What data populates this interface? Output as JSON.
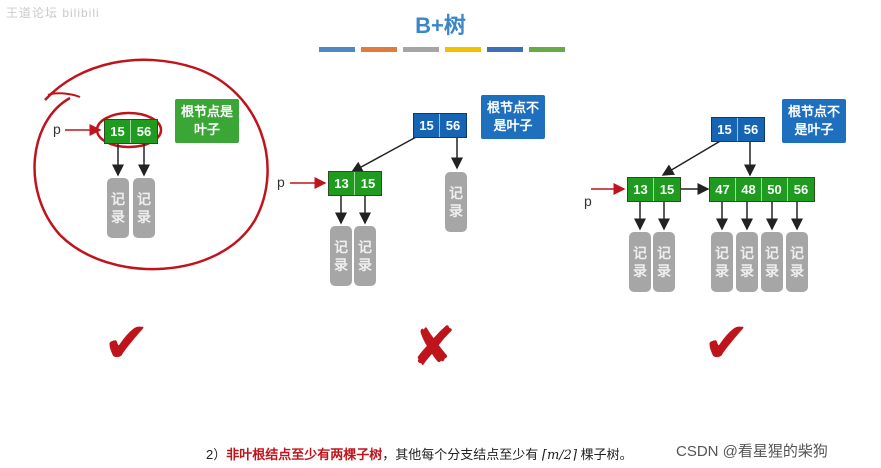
{
  "watermark": "王道论坛 bilibili",
  "title": "B+树",
  "color_bar": [
    "#4f87c4",
    "#e07b3c",
    "#a5a5a5",
    "#f2c100",
    "#3d6fb6",
    "#67ab47"
  ],
  "record_text": [
    "记",
    "录"
  ],
  "pointer_label": "p",
  "example1": {
    "node": [
      "15",
      "56"
    ],
    "callout": [
      "根节点是",
      "叶子"
    ],
    "verdict": "✔"
  },
  "example2": {
    "root": [
      "15",
      "56"
    ],
    "callout": [
      "根节点不",
      "是叶子"
    ],
    "left_leaf": [
      "13",
      "15"
    ],
    "verdict": "✘"
  },
  "example3": {
    "root": [
      "15",
      "56"
    ],
    "callout": [
      "根节点不",
      "是叶子"
    ],
    "left_leaf": [
      "13",
      "15"
    ],
    "right_leaf": [
      "47",
      "48",
      "50",
      "56"
    ],
    "verdict": "✔"
  },
  "caption": {
    "prefix": "2）",
    "emphasis": "非叶根结点至少有两棵子树",
    "middle": "，其他每个分支结点至少有",
    "math": "⌈m/2⌉",
    "suffix": " 棵子树。"
  },
  "credit": "CSDN @看星猩的柴狗",
  "colors": {
    "green_node": "#1f9c1f",
    "blue_node": "#1565b4",
    "record": "#a6a6a6",
    "check": "#c0141c",
    "title": "#3a86c8"
  }
}
